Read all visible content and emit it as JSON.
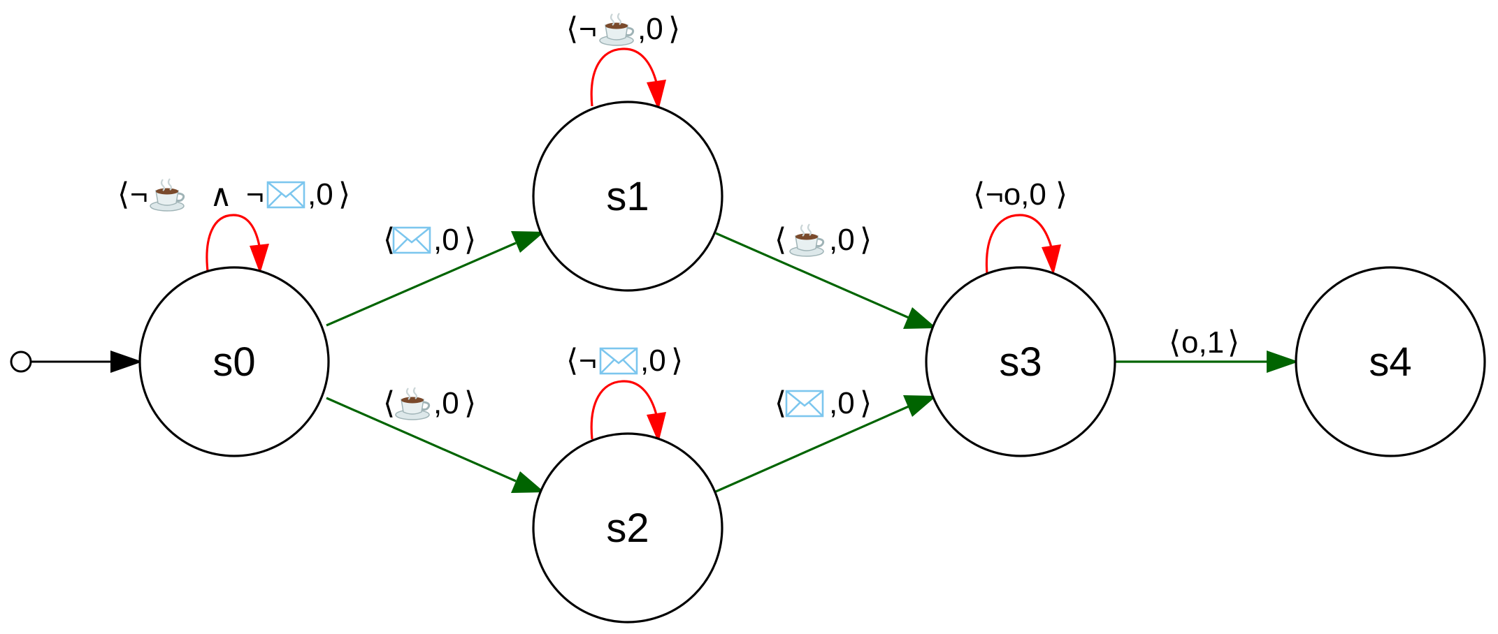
{
  "colors": {
    "forward_edge": "#006400",
    "self_loop": "#ff0000",
    "initial_edge": "#000000",
    "node_stroke": "#000000",
    "cup_saucer": "#dde8ea",
    "cup_liquid": "#7a4a2c",
    "envelope": "#7cc6ee"
  },
  "icons": {
    "coffee": "hot-beverage-icon",
    "mail": "envelope-icon"
  },
  "nodes": {
    "s0": "s0",
    "s1": "s1",
    "s2": "s2",
    "s3": "s3",
    "s4": "s4"
  },
  "edges": {
    "loop_s0": {
      "neg1": "¬",
      "and": "∧",
      "neg2": "¬",
      "tail": ",0"
    },
    "s0_s1": {
      "tail": ",0"
    },
    "s0_s2": {
      "tail": ",0"
    },
    "loop_s1": {
      "neg": "¬",
      "tail": ",0"
    },
    "loop_s2": {
      "neg": "¬",
      "tail": ",0"
    },
    "s1_s3": {
      "tail": ",0"
    },
    "s2_s3": {
      "tail": ",0"
    },
    "loop_s3": {
      "text": "¬o,0"
    },
    "s3_s4": {
      "text": "o,1"
    }
  },
  "brackets": {
    "open": "⟨",
    "close": "⟩"
  }
}
